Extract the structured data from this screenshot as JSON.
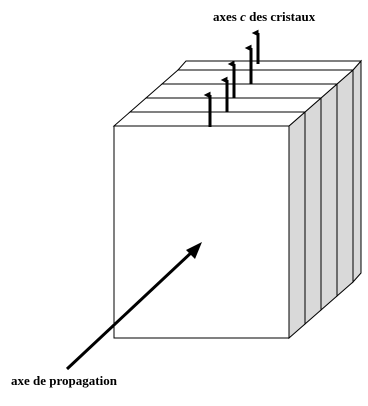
{
  "labels": {
    "crystal_axes_prefix": "axes ",
    "crystal_axes_symbol": "c",
    "crystal_axes_suffix": " des cristaux",
    "propagation_axis": "axe de propagation"
  },
  "colors": {
    "side_fill": "#d9d9d9",
    "front_fill": "#ffffff",
    "stroke": "#000000"
  },
  "icons": {
    "crystal_axis_arrow": "up-arrow-icon",
    "propagation_arrow": "diagonal-arrow-icon"
  }
}
